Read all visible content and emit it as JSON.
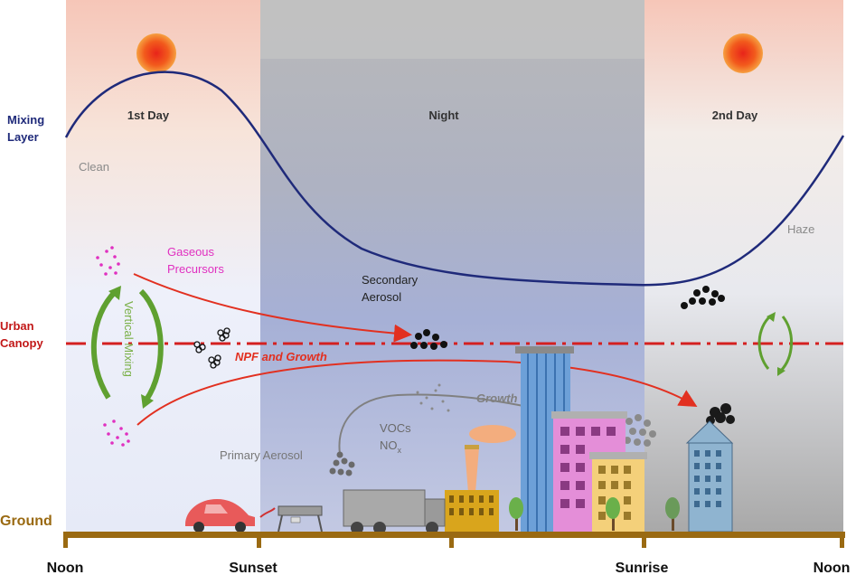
{
  "labels": {
    "mixing_layer": [
      "Mixing",
      "Layer"
    ],
    "urban_canopy": [
      "Urban",
      "Canopy"
    ],
    "ground": "Ground",
    "period_day1": "1st Day",
    "period_night": "Night",
    "period_day2": "2nd Day",
    "clean": "Clean",
    "haze": "Haze",
    "gaseous_precursors": [
      "Gaseous",
      "Precursors"
    ],
    "secondary_aerosol": [
      "Secondary",
      "Aerosol"
    ],
    "vertical_mixing": "Vertical Mixing",
    "npf_growth": "NPF and Growth",
    "growth": "Growth",
    "vocs": "VOCs",
    "nox_main": "NO",
    "nox_sub": "x",
    "primary_aerosol": "Primary Aerosol"
  },
  "time_axis": [
    "Noon",
    "Sunset",
    "Sunrise",
    "Noon"
  ],
  "colors": {
    "mixing_layer_line": "#1f2a7a",
    "urban_canopy_line": "#d42020",
    "ground_bar": "#9a6a12",
    "precursor_pink": "#e030c0",
    "vertical_mixing_green": "#5fa030",
    "arrow_red": "#e23020",
    "night_shade": "#9aa0b0",
    "sun": "#f05a1a",
    "moon": "#c9b070"
  }
}
